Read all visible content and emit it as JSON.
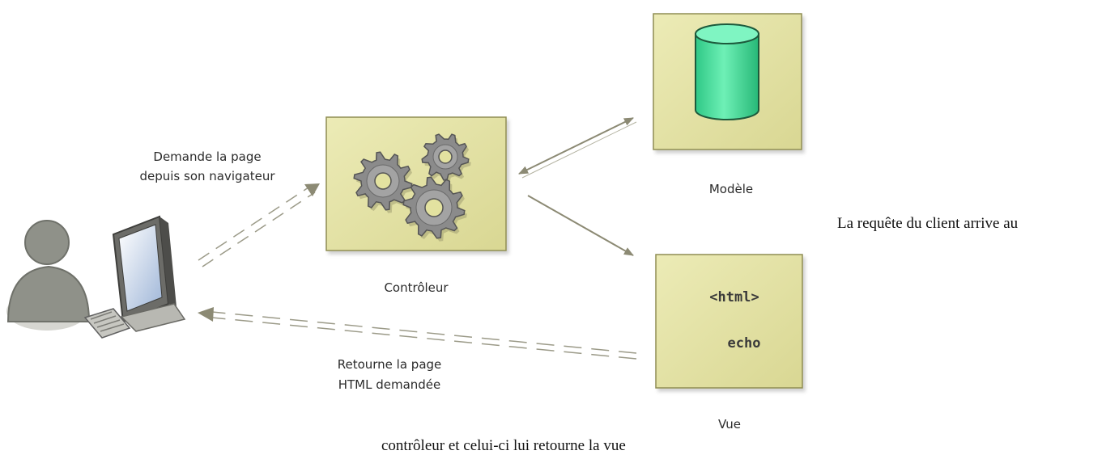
{
  "diagram": {
    "request_label": [
      "Demande la page",
      "depuis son navigateur"
    ],
    "controller_label": "Contrôleur",
    "model_label": "Modèle",
    "view_label": "Vue",
    "view_code": [
      "<html>",
      "echo"
    ],
    "response_label": [
      "Retourne la page",
      "HTML demandée"
    ],
    "colors": {
      "box_fill": "#e3e2a0",
      "box_border": "#8f8d52",
      "cylinder": "#52dfa0",
      "gear": "#8b8b8b",
      "arrow": "#8c8a74",
      "user": "#8f9189"
    }
  },
  "caption": {
    "right": "La requête du client arrive au",
    "bottom": "contrôleur et celui-ci lui retourne la vue"
  }
}
